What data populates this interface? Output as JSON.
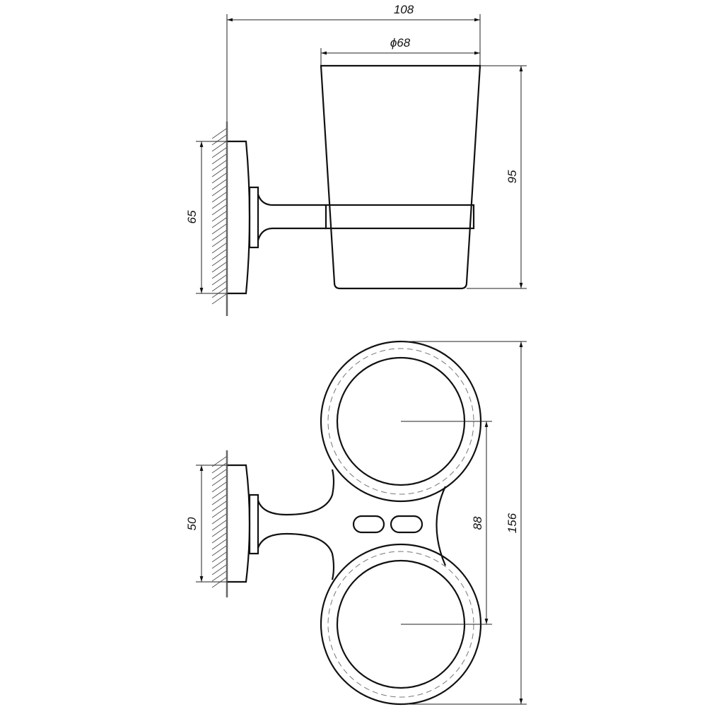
{
  "dimensions": {
    "total_depth": "108",
    "cup_diameter": "ϕ68",
    "cup_height": "95",
    "plate_height_side": "65",
    "plate_height_top": "50",
    "center_distance": "88",
    "total_width": "156"
  }
}
